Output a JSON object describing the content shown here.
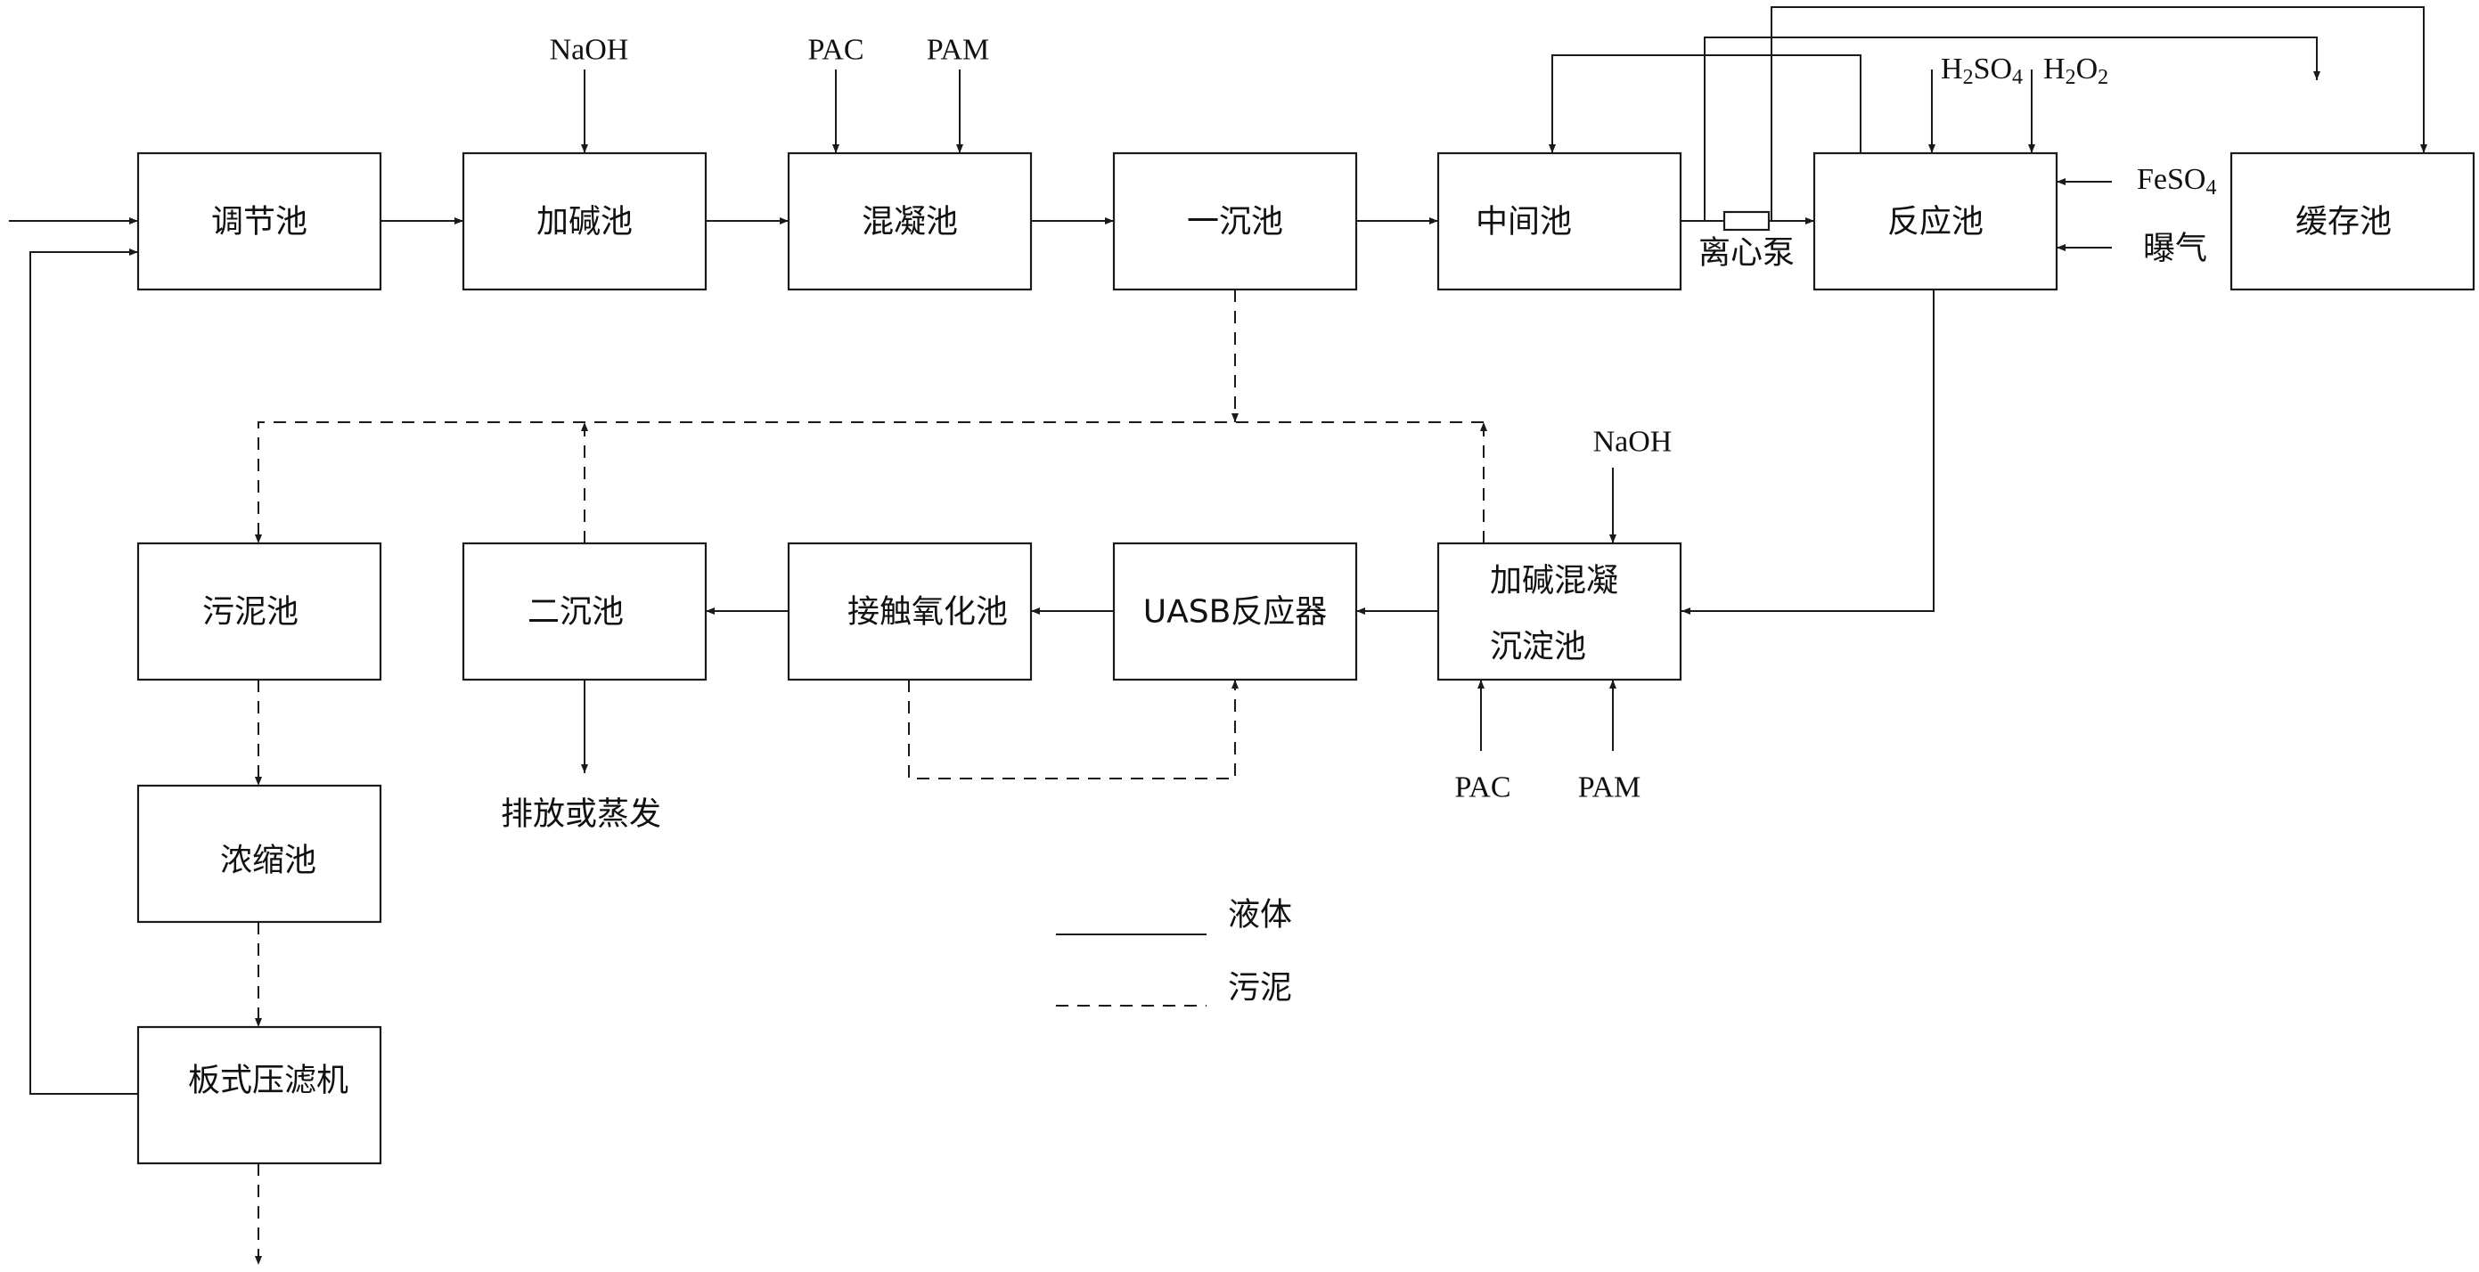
{
  "units": {
    "regulating_tank": "调节池",
    "alkali_tank": "加碱池",
    "coagulation_tank": "混凝池",
    "primary_settling": "一沉池",
    "intermediate_tank": "中间池",
    "reaction_tank": "反应池",
    "buffer_tank": "缓存池",
    "sludge_tank": "污泥池",
    "secondary_settling": "二沉池",
    "contact_oxidation": "接触氧化池",
    "uasb": "UASB反应器",
    "alkali_coag_line1": "加碱混凝",
    "alkali_coag_line2": "沉淀池",
    "thickener": "浓缩池",
    "filter_press": "板式压滤机"
  },
  "reagents": {
    "naoh": "NaOH",
    "pac": "PAC",
    "pam": "PAM",
    "h2so4": "H2SO4",
    "h2o2": "H2O2",
    "feso4": "FeSO4",
    "aeration": "曝气"
  },
  "labels": {
    "pump": "离心泵",
    "discharge": "排放或蒸发"
  },
  "legend": {
    "liquid": "液体",
    "sludge": "污泥"
  }
}
